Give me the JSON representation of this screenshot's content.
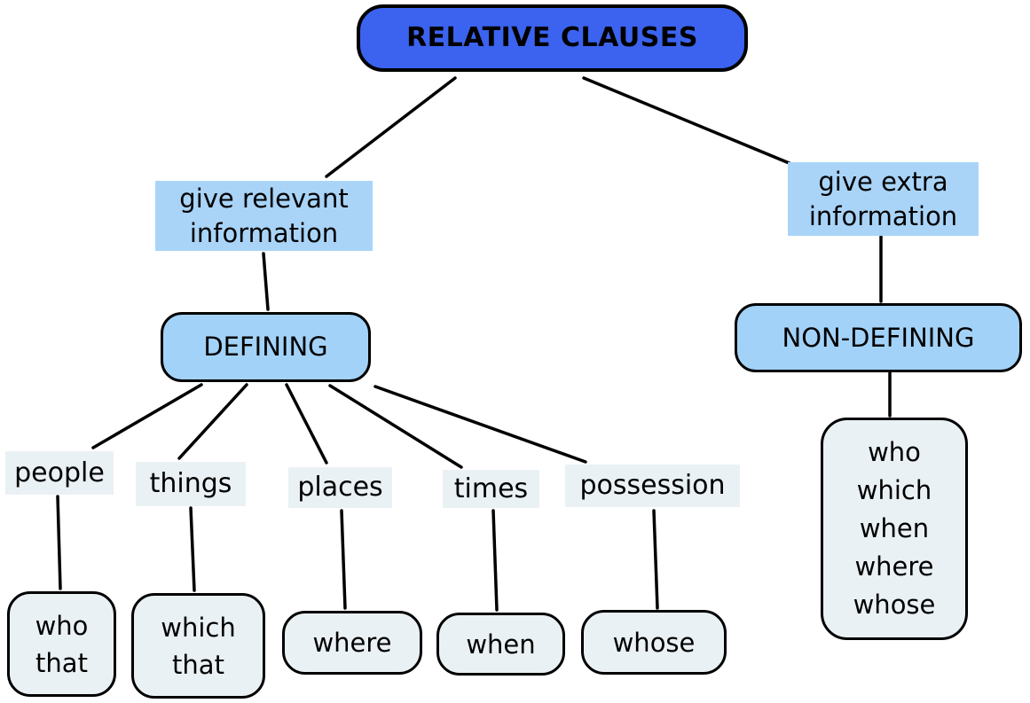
{
  "diagram_title": "RELATIVE CLAUSES",
  "colors": {
    "root_fill": "#3b63f0",
    "branch_fill": "#a3d2f8",
    "highlight_fill": "#a9d4f8",
    "leaf_fill": "#eaf1f4",
    "line": "#000000",
    "text": "#000000",
    "background": "#ffffff"
  },
  "nodes": {
    "root": {
      "label": "RELATIVE CLAUSES"
    },
    "give_relevant": {
      "lines": [
        "give relevant",
        "information"
      ]
    },
    "give_extra": {
      "lines": [
        "give extra",
        "information"
      ]
    },
    "defining": {
      "label": "DEFINING"
    },
    "non_defining": {
      "label": "NON-DEFINING"
    },
    "people": {
      "label": "people"
    },
    "things": {
      "label": "things"
    },
    "places": {
      "label": "places"
    },
    "times": {
      "label": "times"
    },
    "possession": {
      "label": "possession"
    },
    "who_that": {
      "lines": [
        "who",
        "that"
      ]
    },
    "which_that": {
      "lines": [
        "which",
        "that"
      ]
    },
    "where": {
      "label": "where"
    },
    "when": {
      "label": "when"
    },
    "whose": {
      "label": "whose"
    },
    "non_defining_pronouns": {
      "lines": [
        "who",
        "which",
        "when",
        "where",
        "whose"
      ]
    }
  },
  "edges": [
    {
      "from": "root",
      "to": "give_relevant"
    },
    {
      "from": "root",
      "to": "give_extra"
    },
    {
      "from": "give_relevant",
      "to": "defining"
    },
    {
      "from": "give_extra",
      "to": "non_defining"
    },
    {
      "from": "defining",
      "to": "people"
    },
    {
      "from": "defining",
      "to": "things"
    },
    {
      "from": "defining",
      "to": "places"
    },
    {
      "from": "defining",
      "to": "times"
    },
    {
      "from": "defining",
      "to": "possession"
    },
    {
      "from": "people",
      "to": "who_that"
    },
    {
      "from": "things",
      "to": "which_that"
    },
    {
      "from": "places",
      "to": "where"
    },
    {
      "from": "times",
      "to": "when"
    },
    {
      "from": "possession",
      "to": "whose"
    },
    {
      "from": "non_defining",
      "to": "non_defining_pronouns"
    }
  ]
}
